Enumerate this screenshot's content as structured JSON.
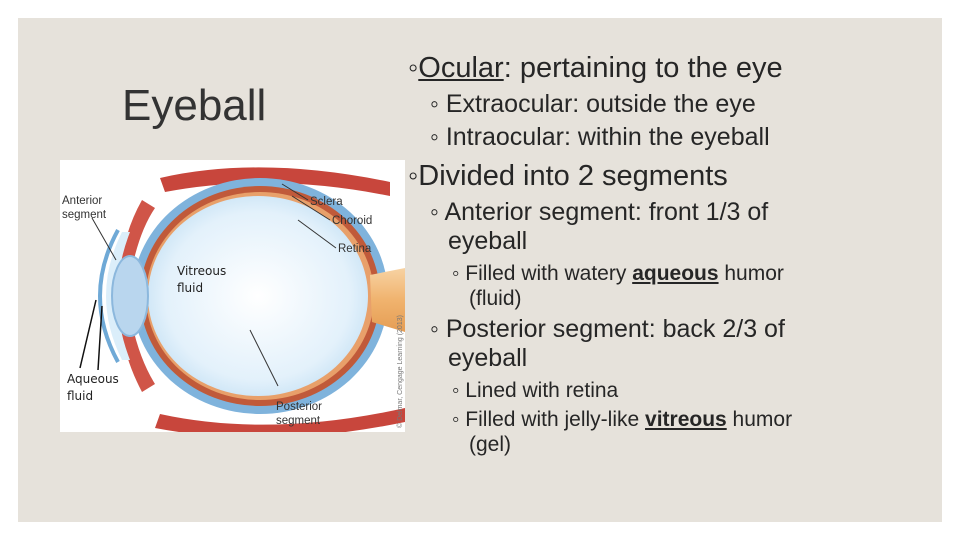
{
  "slide": {
    "title": "Eyeball",
    "bullets": {
      "ocular_term": "Ocular",
      "ocular_rest": ": pertaining to the eye",
      "extraocular": "Extraocular: outside the eye",
      "intraocular": "Intraocular: within the eyeball",
      "divided": "Divided into 2 segments",
      "anterior_line1": "Anterior segment: front 1/3 of",
      "anterior_line2": "eyeball",
      "filled_aqueous_pre": "Filled with watery ",
      "filled_aqueous_key": "aqueous",
      "filled_aqueous_post": " humor",
      "filled_aqueous_line2": "(fluid)",
      "posterior_line1": "Posterior segment: back 2/3 of",
      "posterior_line2": "eyeball",
      "lined_retina": "Lined with retina",
      "filled_vitreous_pre": "Filled with jelly-like ",
      "filled_vitreous_key": "vitreous",
      "filled_vitreous_post": " humor",
      "filled_vitreous_line2": "(gel)"
    },
    "bullet_glyph": "◦"
  },
  "figure": {
    "labels": {
      "anterior_segment_1": "Anterior",
      "anterior_segment_2": "segment",
      "sclera": "Sclera",
      "choroid": "Choroid",
      "retina": "Retina",
      "vitreous_1": "Vitreous",
      "vitreous_2": "fluid",
      "aqueous_1": "Aqueous",
      "aqueous_2": "fluid",
      "posterior_1": "Posterior",
      "posterior_2": "segment",
      "credit": "© Delmar, Cengage Learning (2013)"
    }
  },
  "colors": {
    "background": "#e6e2db",
    "text": "#262626",
    "vitreous": "#cfe6f7",
    "sclera": "#6fa9d6",
    "muscle": "#c8463c",
    "optic_nerve": "#f2c086"
  }
}
